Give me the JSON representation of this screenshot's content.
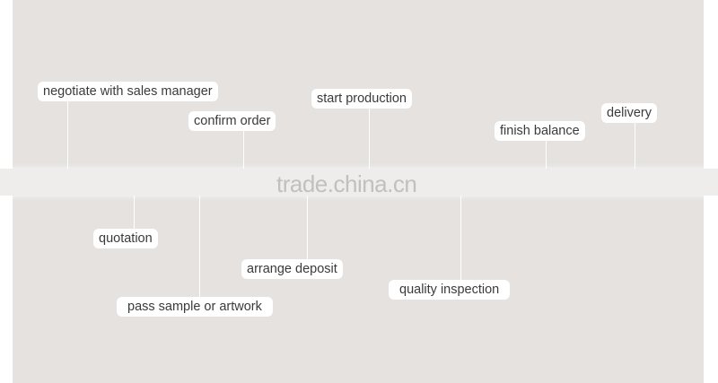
{
  "watermark": "trade.china.cn",
  "steps": {
    "negotiate": "negotiate with sales manager",
    "quotation": "quotation",
    "confirm_order": "confirm order",
    "pass_sample": "pass sample or artwork",
    "start_production": "start production",
    "arrange_deposit": "arrange deposit",
    "quality_inspection": "quality inspection",
    "finish_balance": "finish balance",
    "delivery": "delivery"
  },
  "colors": {
    "background": "#e6e2e0",
    "band": "#efedec",
    "label_bg": "#ffffff",
    "text": "#3a3a3a",
    "watermark": "#c2bfbd"
  }
}
